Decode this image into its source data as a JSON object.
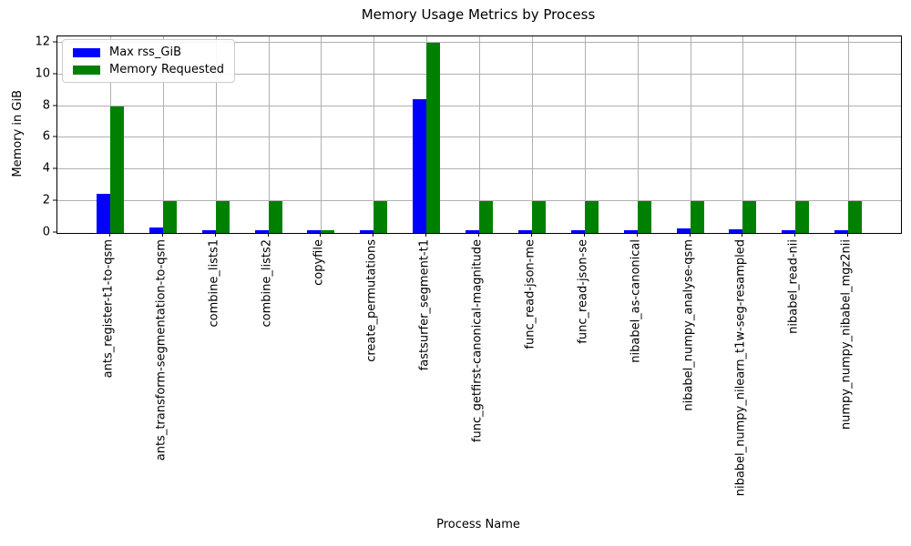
{
  "chart_data": {
    "type": "bar",
    "title": "Memory Usage Metrics by Process",
    "xlabel": "Process Name",
    "ylabel": "Memory in GiB",
    "ylim": [
      0,
      12.4
    ],
    "yticks": [
      0,
      2,
      4,
      6,
      8,
      10,
      12
    ],
    "grid": true,
    "legend_position": "upper left",
    "categories": [
      "ants_register-t1-to-qsm",
      "ants_transform-segmentation-to-qsm",
      "combine_lists1",
      "combine_lists2",
      "copyfile",
      "create_permutations",
      "fastsurfer_segment-t1",
      "func_getfirst-canonical-magnitude",
      "func_read-json-me",
      "func_read-json-se",
      "nibabel_as-canonical",
      "nibabel_numpy_analyse-qsm",
      "nibabel_numpy_nilearn_t1w-seg-resampled",
      "nibabel_read-nii",
      "numpy_numpy_nibabel_mgz2nii"
    ],
    "series": [
      {
        "name": "Max rss_GiB",
        "color": "#0000ff",
        "values": [
          2.45,
          0.33,
          0.18,
          0.18,
          0.16,
          0.18,
          8.45,
          0.17,
          0.15,
          0.15,
          0.15,
          0.31,
          0.24,
          0.16,
          0.16
        ]
      },
      {
        "name": "Memory Requested",
        "color": "#008000",
        "values": [
          8.0,
          2.0,
          2.0,
          2.0,
          0.2,
          2.0,
          12.0,
          2.0,
          2.0,
          2.0,
          2.0,
          2.0,
          2.0,
          2.0,
          2.0
        ]
      }
    ]
  }
}
